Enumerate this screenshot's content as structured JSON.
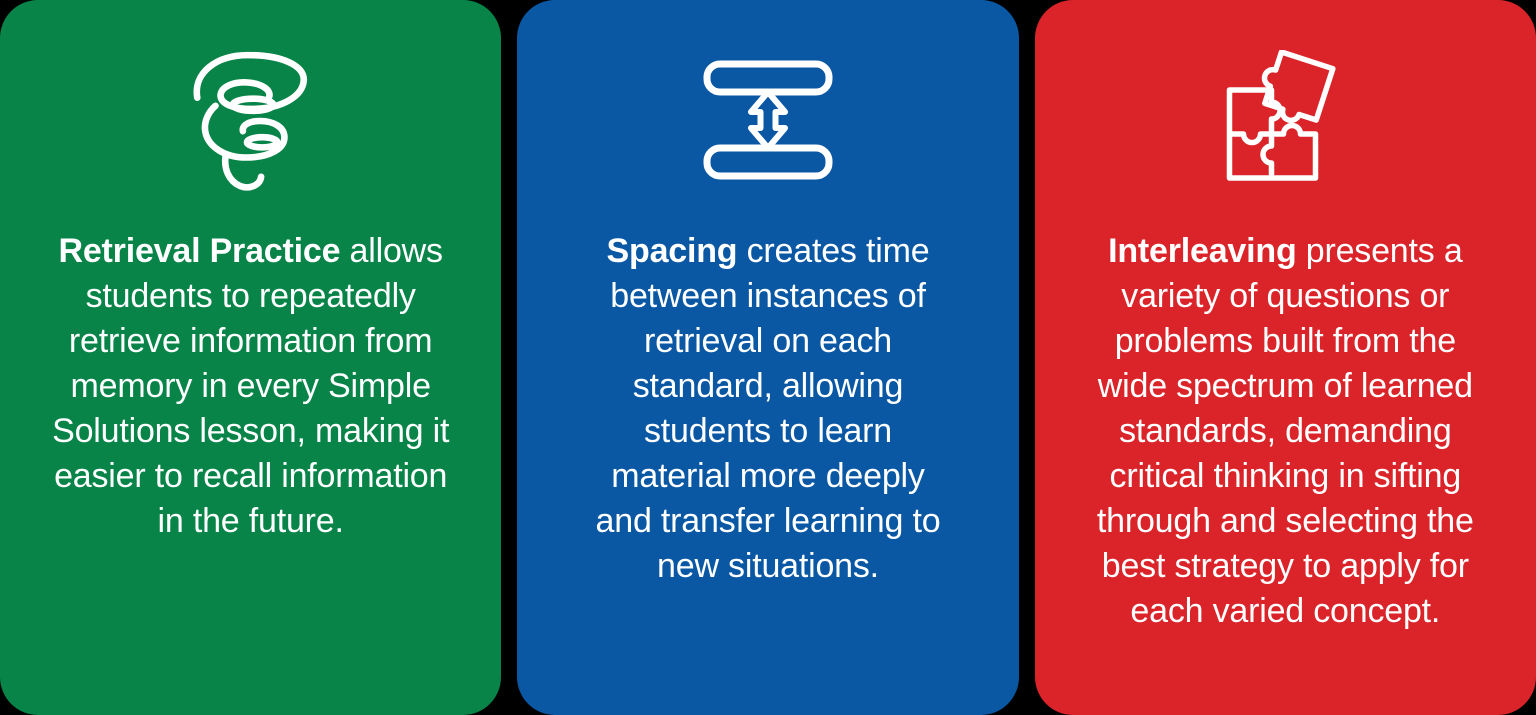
{
  "page": {
    "background_color": "#000000",
    "text_color": "#FFFFFF"
  },
  "cards": [
    {
      "name": "retrieval-practice",
      "color": "#088448",
      "icon": "tornado-icon",
      "keyword": "Retrieval Practice",
      "first_line_rest": " allows",
      "lines": [
        "students to repeatedly",
        "retrieve information from",
        "memory in every Simple",
        "Solutions lesson, making it",
        "easier to recall information",
        "in the future."
      ]
    },
    {
      "name": "spacing",
      "color": "#0A57A4",
      "icon": "spacing-arrows-icon",
      "keyword": "Spacing",
      "first_line_rest": " creates time",
      "lines": [
        "between instances of",
        "retrieval on each",
        "standard, allowing",
        "students to learn",
        "material more deeply",
        "and transfer learning to",
        "new situations."
      ]
    },
    {
      "name": "interleaving",
      "color": "#DA2429",
      "icon": "puzzle-icon",
      "keyword": "Interleaving",
      "first_line_rest": " presents a",
      "lines": [
        "variety of questions or",
        "problems built from the",
        "wide spectrum of learned",
        "standards, demanding",
        "critical thinking in sifting",
        "through and selecting the",
        "best strategy to apply for",
        "each varied concept."
      ]
    }
  ]
}
